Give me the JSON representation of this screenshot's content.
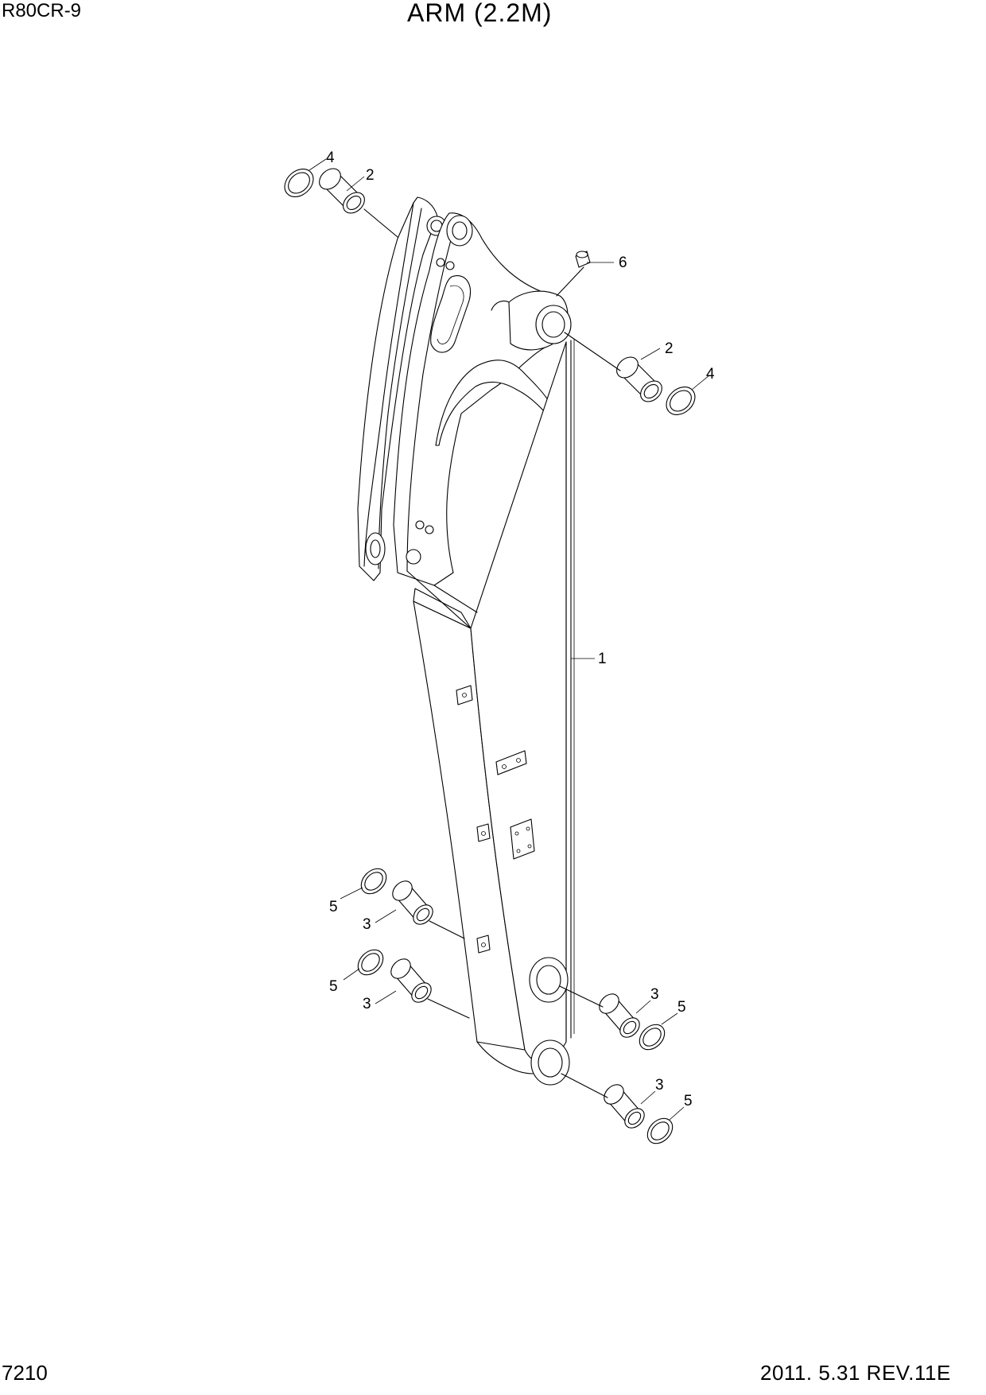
{
  "header": {
    "model": "R80CR-9",
    "title": "ARM (2.2M)"
  },
  "footer": {
    "page_number": "7210",
    "revision": "2011. 5.31  REV.11E"
  },
  "callouts": {
    "arm": "1",
    "bushing_upper": "2",
    "bushing_lower": "3",
    "shim_upper": "4",
    "shim_lower": "5",
    "grease_nipple": "6"
  }
}
